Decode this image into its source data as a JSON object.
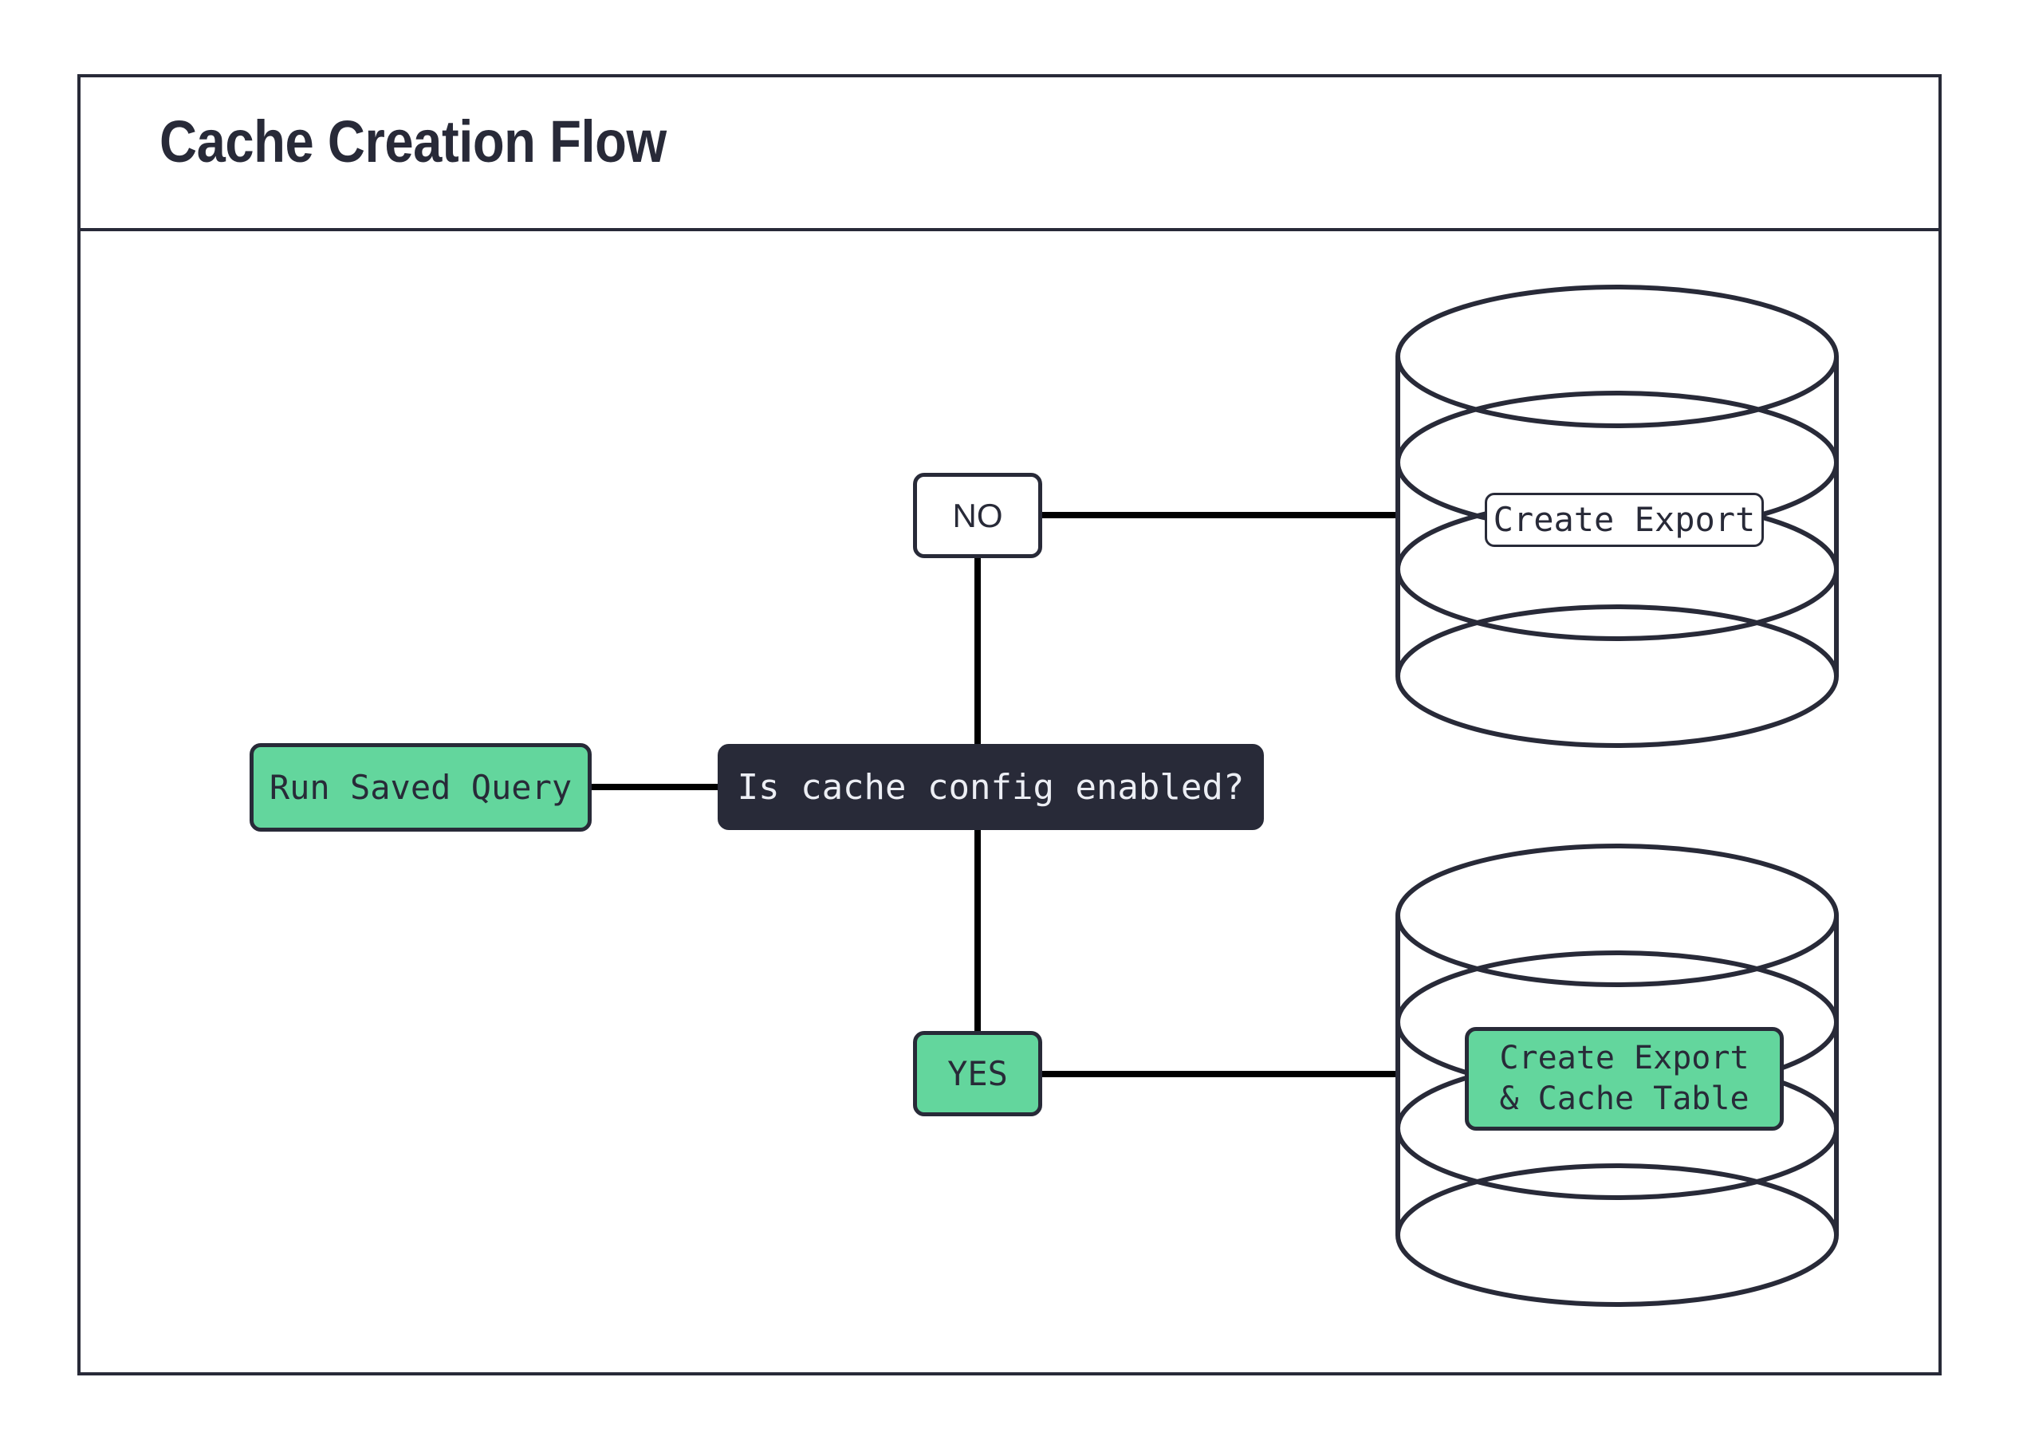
{
  "header": {
    "title": "Cache Creation Flow"
  },
  "colors": {
    "accent_green": "#63d69d",
    "ink_navy": "#282a38",
    "connector": "#000000",
    "surface": "#ffffff"
  },
  "flow": {
    "nodes": [
      {
        "id": "run-saved-query",
        "label": "Run Saved Query",
        "shape": "rounded-rect",
        "style": "green"
      },
      {
        "id": "decision",
        "label": "Is cache config enabled?",
        "shape": "rounded-rect",
        "style": "dark"
      },
      {
        "id": "branch-no",
        "label": "NO",
        "shape": "rounded-rect",
        "style": "plain"
      },
      {
        "id": "branch-yes",
        "label": "YES",
        "shape": "rounded-rect",
        "style": "green"
      },
      {
        "id": "database-export",
        "label": "Create Export",
        "shape": "cylinder",
        "style": "white-label"
      },
      {
        "id": "database-export-cache",
        "label": "Create Export\n& Cache Table",
        "shape": "cylinder",
        "style": "green-label"
      }
    ],
    "edges": [
      {
        "from": "run-saved-query",
        "to": "decision"
      },
      {
        "from": "decision",
        "to": "branch-no"
      },
      {
        "from": "decision",
        "to": "branch-yes"
      },
      {
        "from": "branch-no",
        "to": "database-export"
      },
      {
        "from": "branch-yes",
        "to": "database-export-cache"
      }
    ]
  }
}
